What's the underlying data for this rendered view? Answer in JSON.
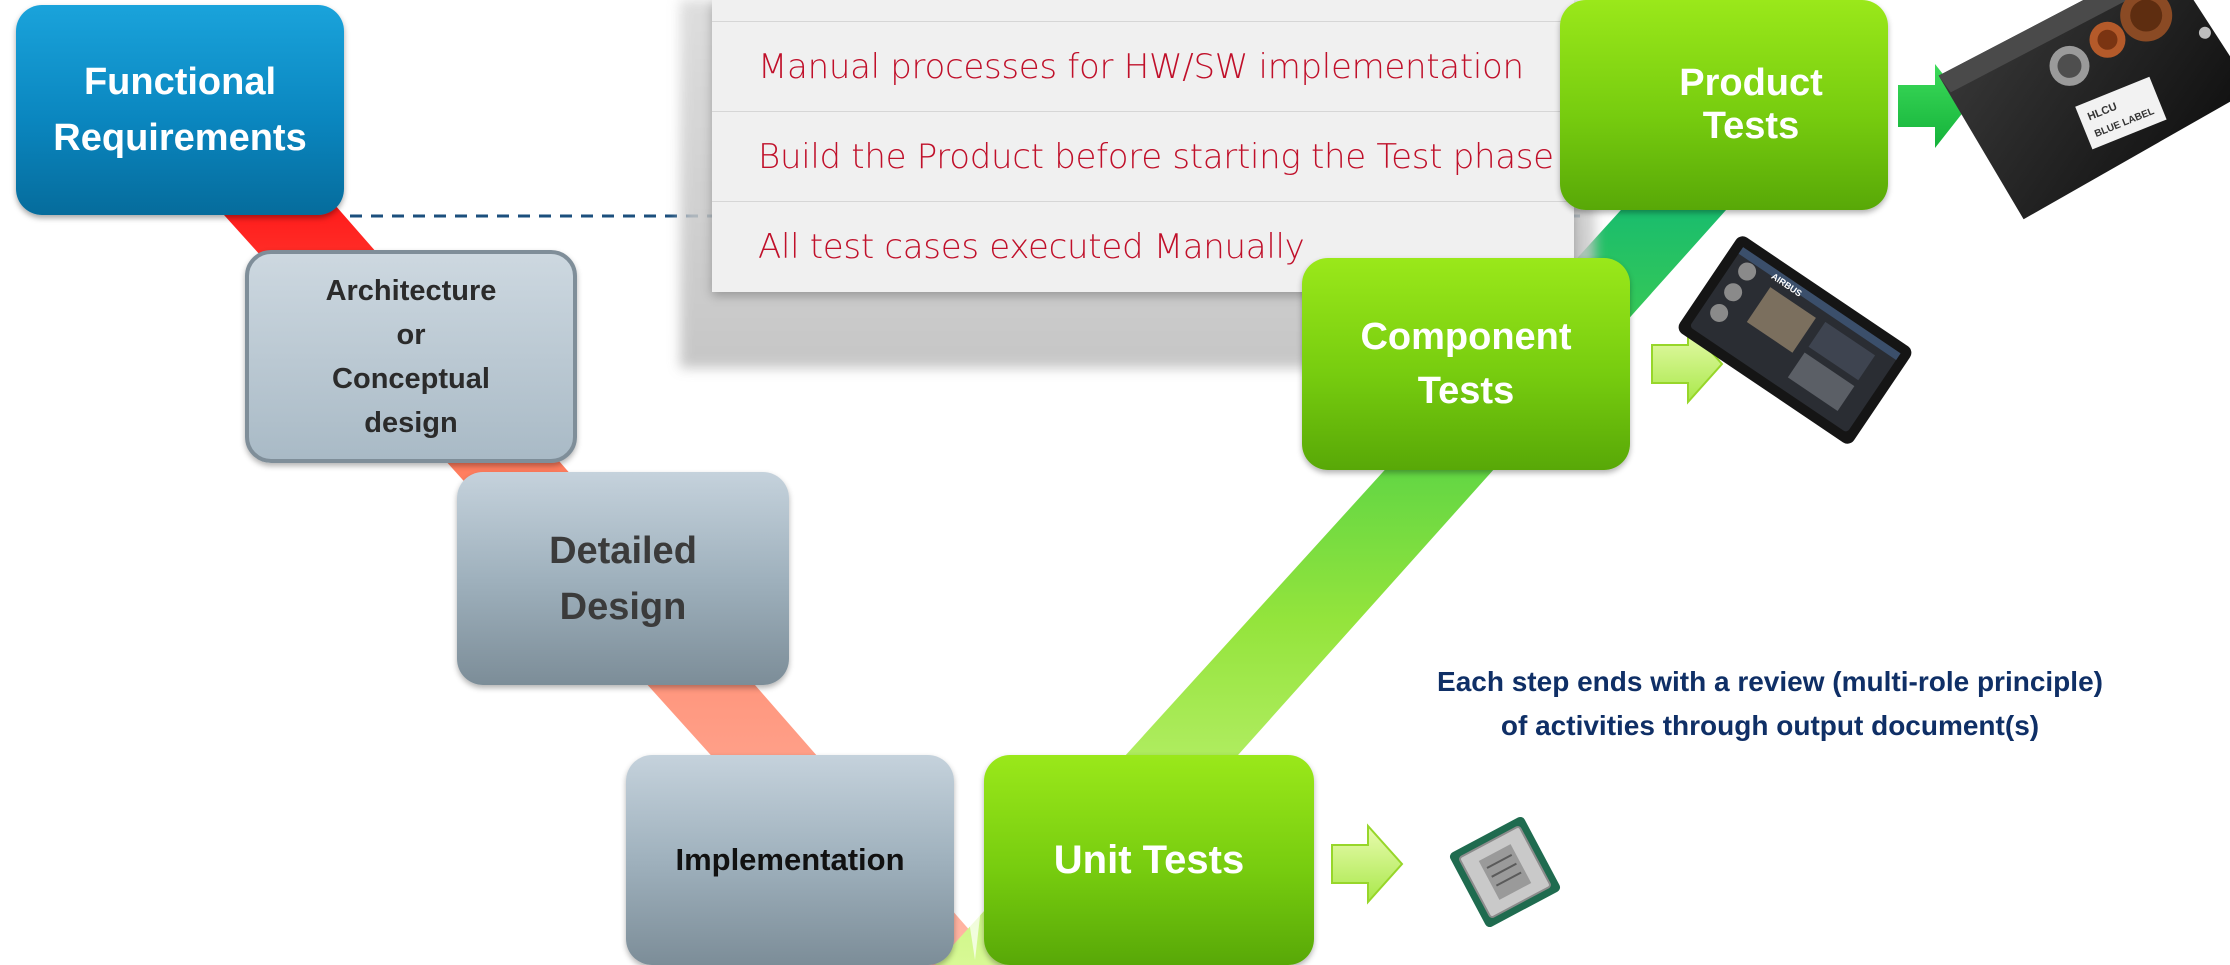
{
  "diagram": {
    "boxes": {
      "functional_requirements": "Functional\nRequirements",
      "architecture": "Architecture\nor\nConceptual\ndesign",
      "detailed_design": "Detailed\nDesign",
      "implementation": "Implementation",
      "unit_tests": "Unit Tests",
      "component_tests": "Component\nTests",
      "product_tests": "Product Tests"
    },
    "popup_items": [
      "Manual processes for HW/SW implementation",
      "Build the Product before starting the Test phase",
      "All test cases executed Manually"
    ],
    "note_lines": [
      "Each step ends with a review (multi-role principle)",
      "of activities through output document(s)"
    ],
    "product_label_lines": [
      "HLCU",
      "BLUE LABEL"
    ],
    "board_label": "AIRBUS"
  },
  "colors": {
    "requirements_blue": "#0a86bf",
    "design_grey": "#a9bac6",
    "test_green": "#77cc0f",
    "left_branch": [
      "#ff1a1a",
      "#ff7e5f",
      "#ffab94"
    ],
    "right_branch": [
      "#c9f56a",
      "#8fe03a",
      "#2fc66e"
    ],
    "popup_text": "#c0102a",
    "note_text": "#0f2f66",
    "dashed_line": "#1b4f7d"
  }
}
